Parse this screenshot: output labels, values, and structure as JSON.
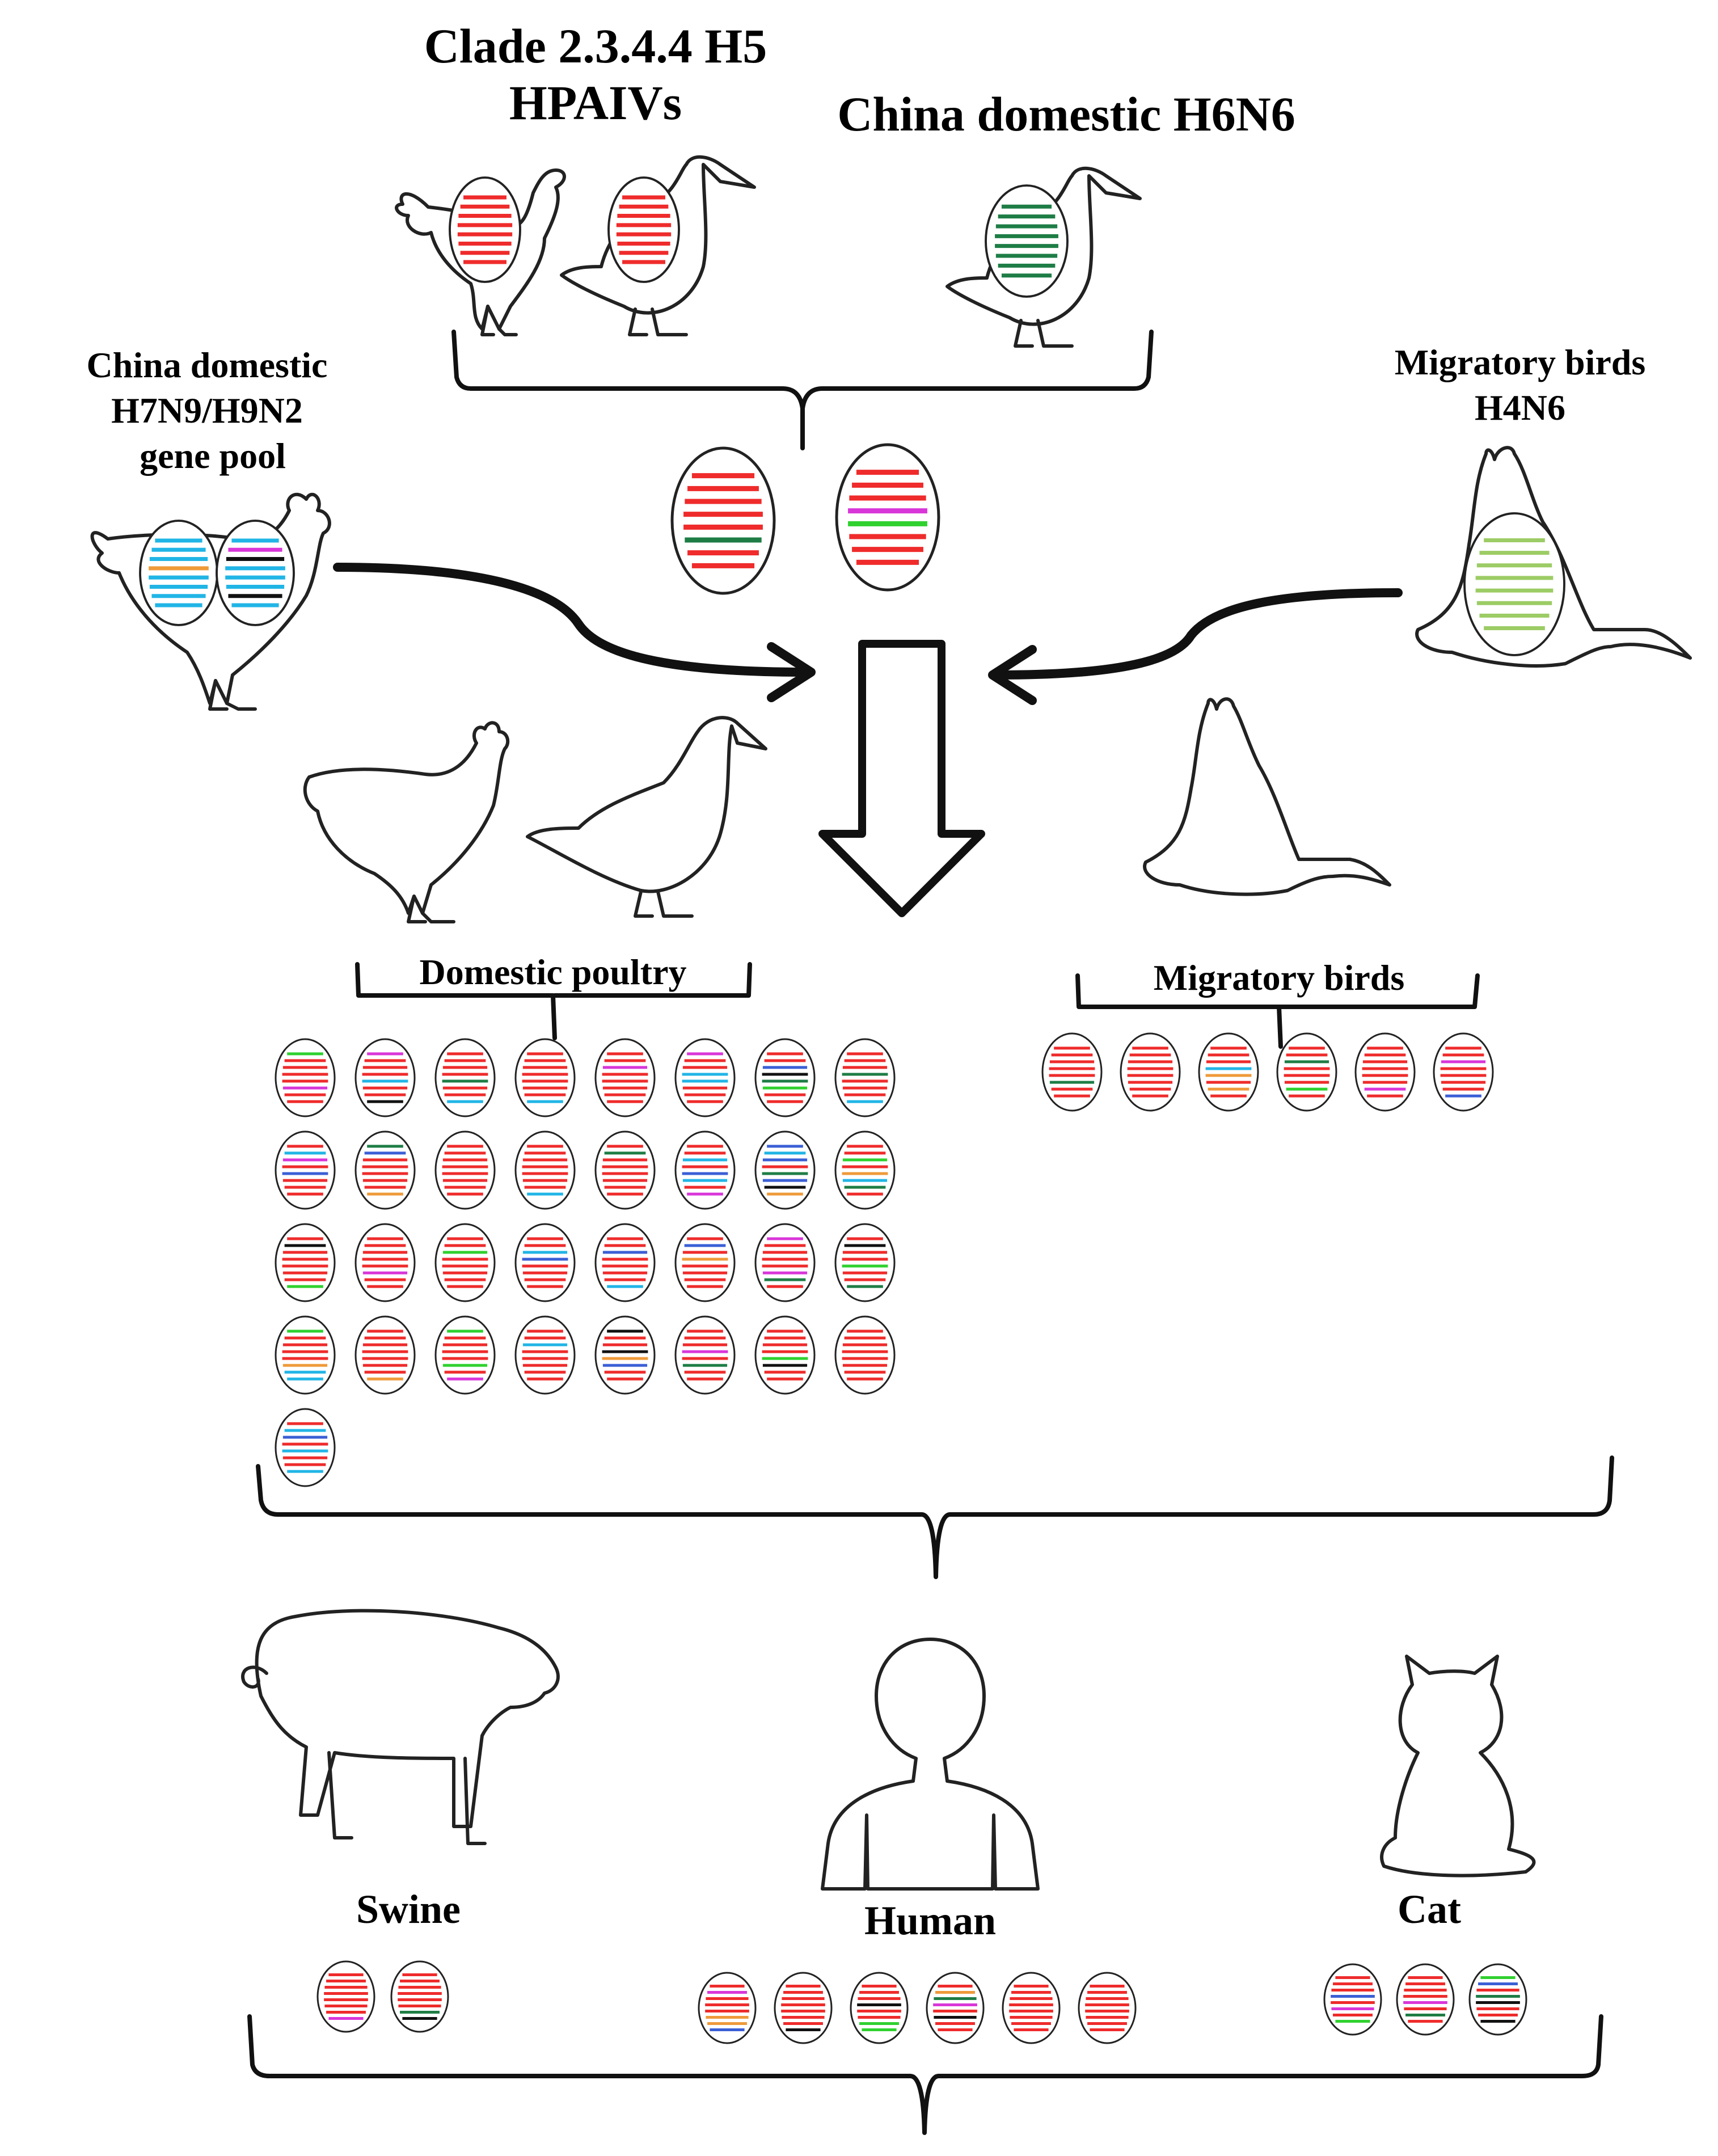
{
  "labels": {
    "clade_line1": "Clade 2.3.4.4 H5",
    "clade_line2": "HPAIVs",
    "h6n6": "China domestic H6N6",
    "pool_line1": "China domestic",
    "pool_line2": "H7N9/H9N2",
    "pool_line3": "gene pool",
    "mig_line1": "Migratory birds",
    "mig_line2": "H4N6",
    "domestic_poultry": "Domestic poultry",
    "migratory_birds": "Migratory birds",
    "swine": "Swine",
    "human": "Human",
    "cat": "Cat"
  },
  "colors": {
    "red": "#ef2b2b",
    "dark_green": "#1e7d45",
    "light_green": "#9ccc65",
    "bright_green": "#2fd12f",
    "cyan": "#21b5e6",
    "magenta": "#d936d9",
    "orange": "#ef9a3a",
    "black": "#111111",
    "blue": "#3b5fd6",
    "brown": "#a0826d"
  },
  "virus_groups": {
    "h5_hpaiv": [
      "R",
      "R",
      "R",
      "R",
      "R",
      "R",
      "R",
      "R"
    ],
    "h6n6": [
      "D",
      "D",
      "D",
      "D",
      "D",
      "D",
      "D",
      "D"
    ],
    "pool_left": [
      "C",
      "C",
      "C",
      "O",
      "C",
      "C",
      "C",
      "C"
    ],
    "pool_right": [
      "C",
      "M",
      "K",
      "C",
      "C",
      "C",
      "K",
      "C"
    ],
    "h4n6": [
      "L",
      "L",
      "L",
      "L",
      "L",
      "L",
      "L",
      "L"
    ],
    "reassortant_1": [
      "R",
      "R",
      "R",
      "R",
      "R",
      "D",
      "R",
      "R"
    ],
    "reassortant_2": [
      "R",
      "R",
      "R",
      "M",
      "G",
      "R",
      "R",
      "R"
    ],
    "domestic_poultry_count": 33,
    "migratory_birds_count": 6,
    "swine_count": 2,
    "human_count": 6,
    "cat_count": 3
  }
}
